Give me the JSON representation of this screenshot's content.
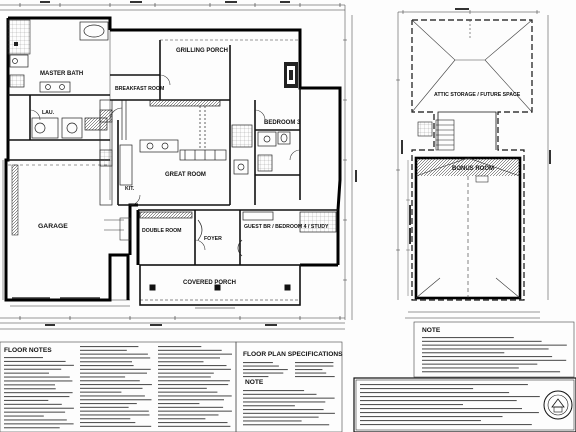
{
  "plan_labels": {
    "master_bath": "MASTER BATH",
    "grilling_porch": "GRILLING PORCH",
    "breakfast_room": "BREAKFAST ROOM",
    "laundry": "LAU.",
    "kitchen": "KIT.",
    "great_room": "GREAT ROOM",
    "bedroom_3": "BEDROOM 3",
    "garage": "GARAGE",
    "double_room": "DOUBLE ROOM",
    "foyer": "FOYER",
    "guest_bedroom": "GUEST BR / BEDROOM 4 / STUDY",
    "covered_porch": "COVERED PORCH"
  },
  "upper_plan_labels": {
    "attic_storage": "ATTIC STORAGE / FUTURE SPACE",
    "bonus_room": "BONUS ROOM"
  },
  "notes": {
    "floor_notes_title": "FLOOR NOTES",
    "specs_title": "FLOOR PLAN SPECIFICATIONS",
    "notes_title": "NOTE",
    "note_heading": "NOTE"
  }
}
